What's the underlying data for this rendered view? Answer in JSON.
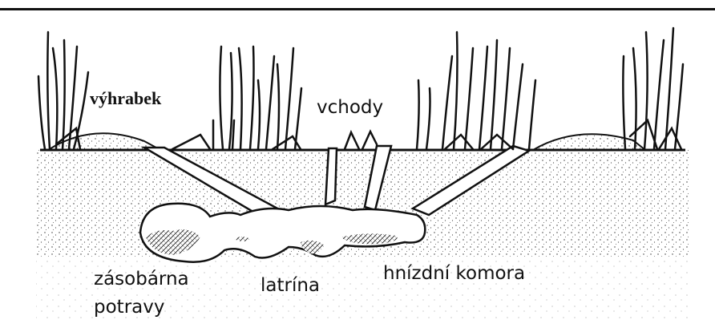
{
  "labels": {
    "spoil_heap": "výhrabek",
    "entrances": "vchody",
    "food_store_line1": "zásobárna",
    "food_store_line2": "potravy",
    "latrine": "latrína",
    "nest_chamber": "hnízdní komora"
  },
  "colors": {
    "ink": "#111111",
    "soil": "#f6f6f6",
    "tunnel": "#ffffff"
  }
}
